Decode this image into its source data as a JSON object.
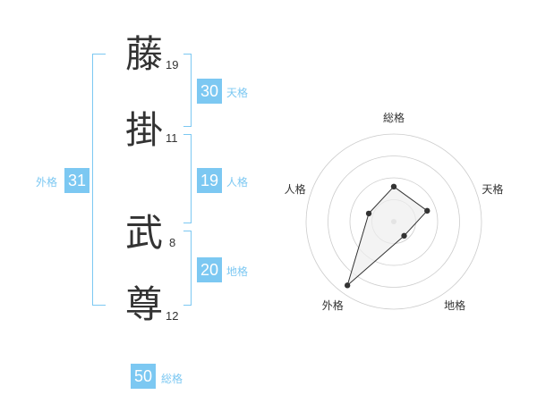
{
  "name": {
    "chars": [
      {
        "kanji": "藤",
        "strokes": "19"
      },
      {
        "kanji": "掛",
        "strokes": "11"
      },
      {
        "kanji": "武",
        "strokes": "8"
      },
      {
        "kanji": "尊",
        "strokes": "12"
      }
    ]
  },
  "scores": {
    "tenkaku": {
      "value": "30",
      "label": "天格"
    },
    "jinkaku": {
      "value": "19",
      "label": "人格"
    },
    "chikaku": {
      "value": "20",
      "label": "地格"
    },
    "gaikaku": {
      "value": "31",
      "label": "外格"
    },
    "soukaku": {
      "value": "50",
      "label": "総格"
    }
  },
  "radar": {
    "axes": [
      "総格",
      "天格",
      "地格",
      "外格",
      "人格"
    ],
    "values": [
      0.4,
      0.4,
      0.2,
      0.9,
      0.3
    ],
    "colors": {
      "ring": "#cccccc",
      "fill": "#eeeeee",
      "line": "#333333",
      "point": "#333333"
    }
  },
  "colors": {
    "accent": "#7cc8f2",
    "text": "#333333"
  }
}
